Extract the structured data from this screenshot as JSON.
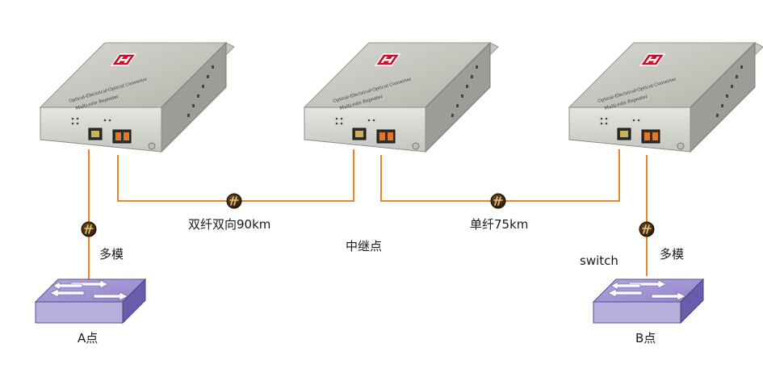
{
  "labels": {
    "link_left": "双纤双向90km",
    "link_right": "单纤75km",
    "middle": "中继点",
    "left_mode": "多模",
    "right_mode": "多模",
    "switch_word": "switch",
    "point_a": "A点",
    "point_b": "B点"
  },
  "device": {
    "line1": "Optical-Electrical-Optical Converter",
    "line2": "Multi-rate Repeater",
    "logo": "H"
  },
  "colors": {
    "fiber": "#e8862a",
    "device_top": "#c4c4bd",
    "device_front": "#d9d9d4",
    "device_side": "#8e8e88",
    "switch_top": "#a99bd6",
    "switch_front": "#b9b2db",
    "switch_side": "#6a5aa8"
  },
  "icons": [
    "fiber-connector-icon",
    "network-switch-icon",
    "brand-logo-icon"
  ]
}
